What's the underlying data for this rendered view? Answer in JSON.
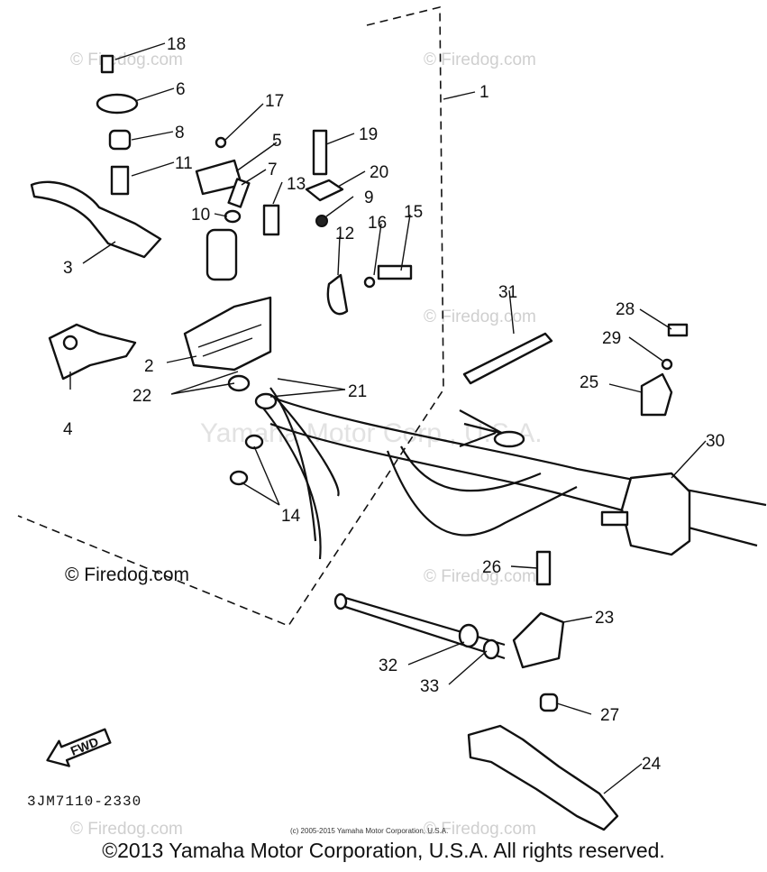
{
  "watermarks": {
    "firedog": "© Firedog.com",
    "center": "Yamaha Motor Corp., U.S.A."
  },
  "diagram": {
    "part_number": "3JM7110-2330",
    "fwd_label": "FWD",
    "small_copyright": "(c) 2005-2015 Yamaha Motor Corporation, U.S.A.",
    "callouts": [
      "18",
      "6",
      "8",
      "11",
      "3",
      "4",
      "17",
      "5",
      "7",
      "10",
      "13",
      "19",
      "20",
      "9",
      "16",
      "15",
      "12",
      "1",
      "2",
      "22",
      "21",
      "14",
      "31",
      "28",
      "29",
      "25",
      "30",
      "26",
      "23",
      "32",
      "33",
      "27",
      "24"
    ]
  },
  "footer": {
    "copyright": "©2013 Yamaha Motor Corporation, U.S.A. All rights reserved."
  }
}
